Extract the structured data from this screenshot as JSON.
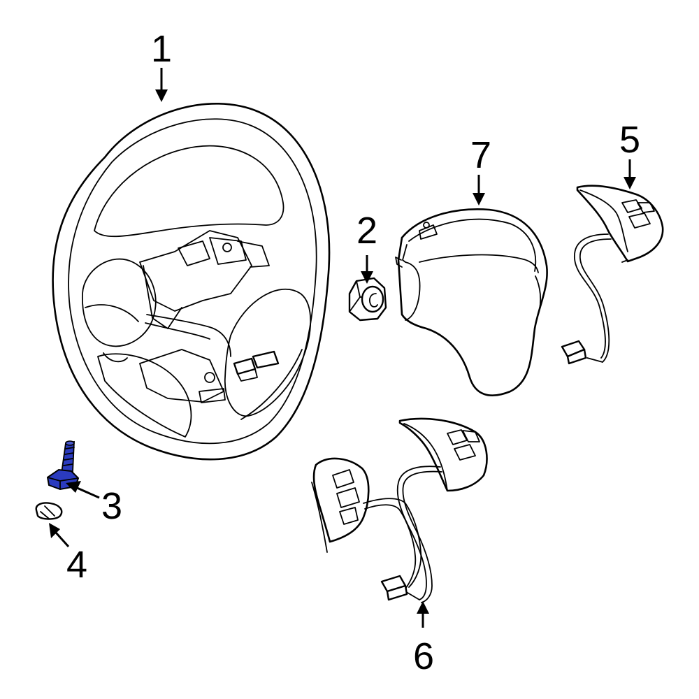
{
  "callouts": {
    "c1": "1",
    "c2": "2",
    "c3": "3",
    "c4": "4",
    "c5": "5",
    "c6": "6",
    "c7": "7"
  },
  "colors": {
    "line": "#000000",
    "highlight_part": "#2b3bbf",
    "background": "#ffffff"
  },
  "icons": {
    "part-1": "steering-wheel",
    "part-2": "nut",
    "part-3": "bolt",
    "part-4": "clip",
    "part-5": "switch-assembly",
    "part-6": "switch-assembly-pair",
    "part-7": "airbag-cover"
  }
}
